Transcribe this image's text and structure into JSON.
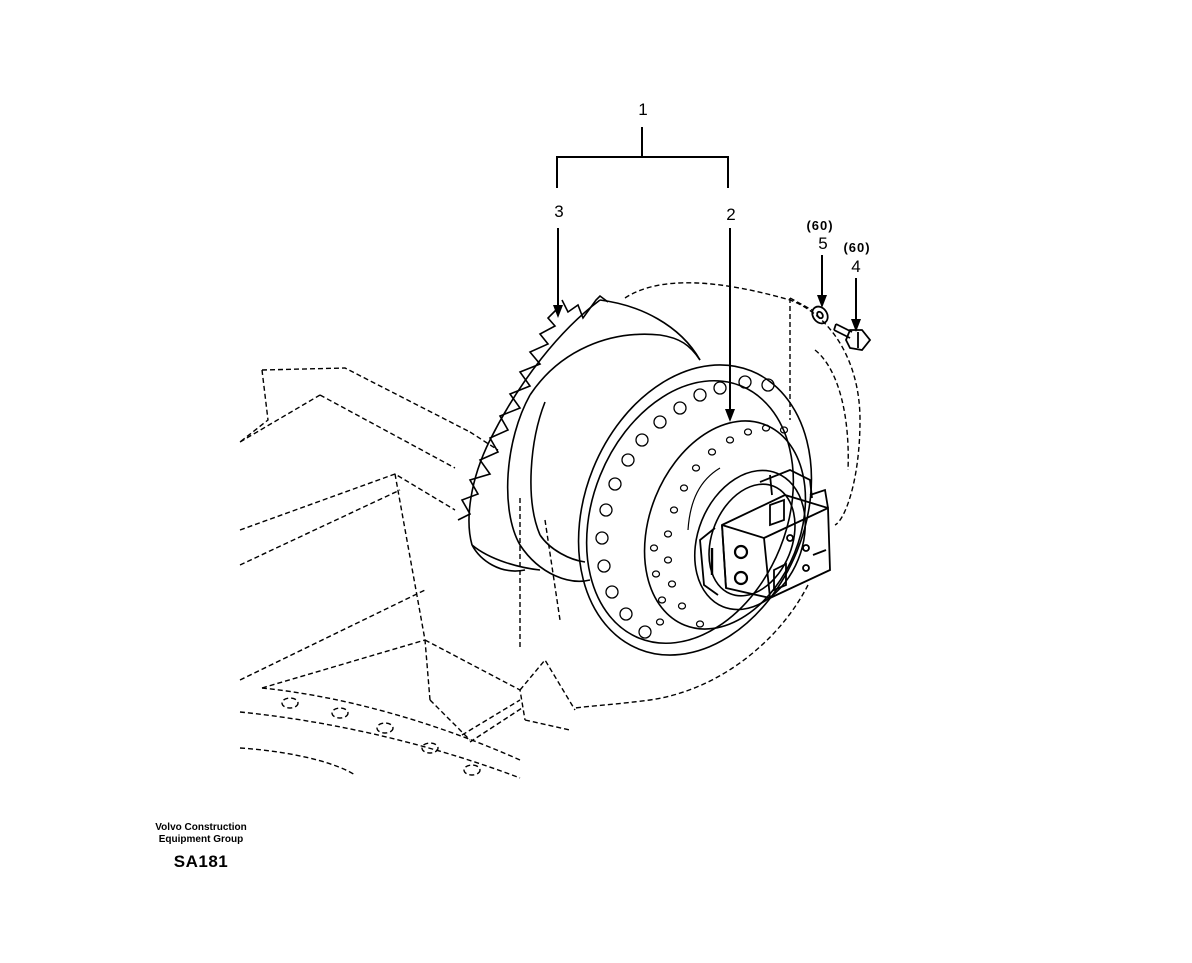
{
  "diagram": {
    "callouts": [
      {
        "id": "1",
        "label": "1"
      },
      {
        "id": "2",
        "label": "2"
      },
      {
        "id": "3",
        "label": "3"
      },
      {
        "id": "4",
        "label": "4",
        "quantity": "(60)"
      },
      {
        "id": "5",
        "label": "5",
        "quantity": "(60)"
      }
    ]
  },
  "footer": {
    "org_line1": "Volvo Construction",
    "org_line2": "Equipment Group",
    "sheet_code": "SA181"
  }
}
